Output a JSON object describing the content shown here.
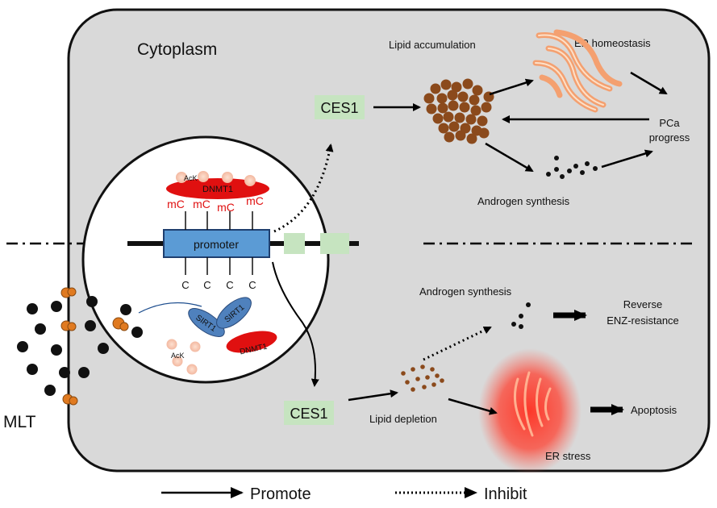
{
  "compartment": {
    "label": "Cytoplasm"
  },
  "nucleus": {
    "promoter": "promoter",
    "methyl_mark": "mC",
    "unmethyl_mark": "C",
    "dnmt1": "DNMT1",
    "sirt1": "SIRT1",
    "ack": "AcK"
  },
  "drug": {
    "label": "MLT"
  },
  "upper_pathway": {
    "gene": "CES1",
    "lipid": "Lipid accumulation",
    "er": "ER homeostasis",
    "outcome": [
      "PCa",
      "progress"
    ],
    "androgen": "Androgen synthesis"
  },
  "lower_pathway": {
    "gene": "CES1",
    "lipid": "Lipid depletion",
    "androgen": "Androgen synthesis",
    "reverse": [
      "Reverse",
      "ENZ-resistance"
    ],
    "er": "ER stress",
    "apoptosis": "Apoptosis"
  },
  "legend": {
    "promote": "Promote",
    "inhibit": "Inhibit"
  },
  "colors": {
    "cell_fill": "#d9d9d9",
    "ces1_box": "#c6e4c0",
    "promoter": "#5b9bd5",
    "dnmt1": "#e01010",
    "sirt1": "#4f81bd",
    "lipid_droplet": "#8b4a1c",
    "er_normal": "#f4a070",
    "er_stress": "#e03020",
    "receptor": "#e07a20"
  }
}
